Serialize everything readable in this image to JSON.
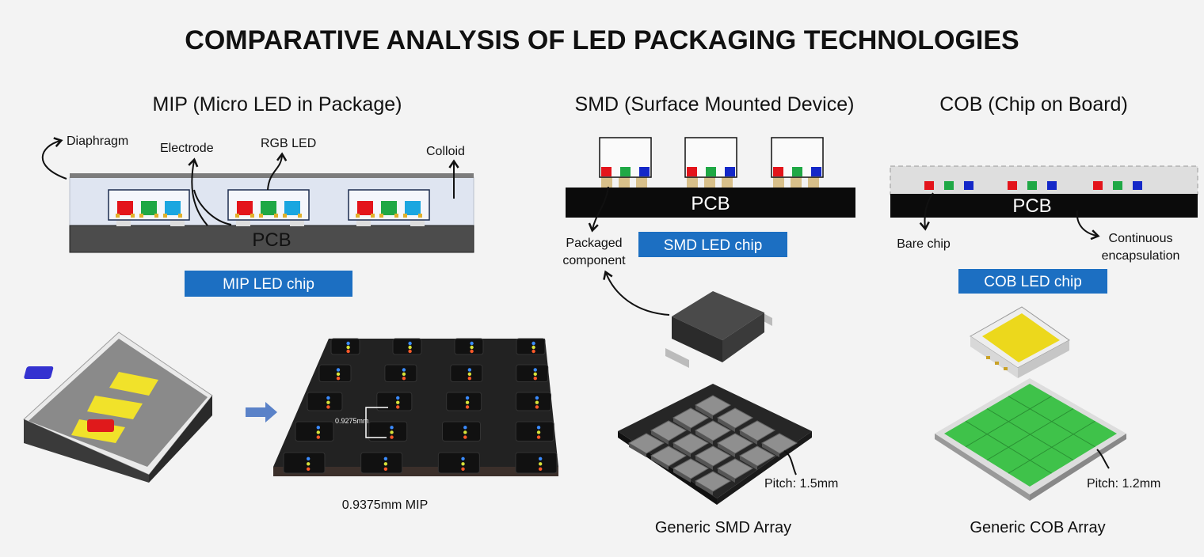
{
  "title": "COMPARATIVE ANALYSIS OF LED PACKAGING TECHNOLOGIES",
  "mip": {
    "heading": "MIP (Micro LED in Package)",
    "labels": {
      "diaphragm": "Diaphragm",
      "electrode": "Electrode",
      "rgb_led": "RGB LED",
      "colloid": "Colloid",
      "pcb": "PCB"
    },
    "badge": "MIP LED chip",
    "pitch_annotation": "0.9275mm",
    "caption": "0.9375mm MIP"
  },
  "smd": {
    "heading": "SMD (Surface Mounted Device)",
    "labels": {
      "pcb": "PCB",
      "packaged_line1": "Packaged",
      "packaged_line2": "component"
    },
    "badge": "SMD LED chip",
    "pitch": "Pitch: 1.5mm",
    "caption": "Generic SMD Array"
  },
  "cob": {
    "heading": "COB (Chip on Board)",
    "labels": {
      "pcb": "PCB",
      "bare_chip": "Bare chip",
      "continuous_line1": "Continuous",
      "continuous_line2": "encapsulation"
    },
    "badge": "COB LED chip",
    "pitch": "Pitch: 1.2mm",
    "caption": "Generic COB Array"
  },
  "colors": {
    "badge": "#1c6fc2",
    "red": "#e3141b",
    "green": "#1fa845",
    "blue_mip": "#1aa6e0",
    "blue": "#1428c8",
    "cob_green": "#3fc24a",
    "cob_yellow": "#ecd81c"
  }
}
